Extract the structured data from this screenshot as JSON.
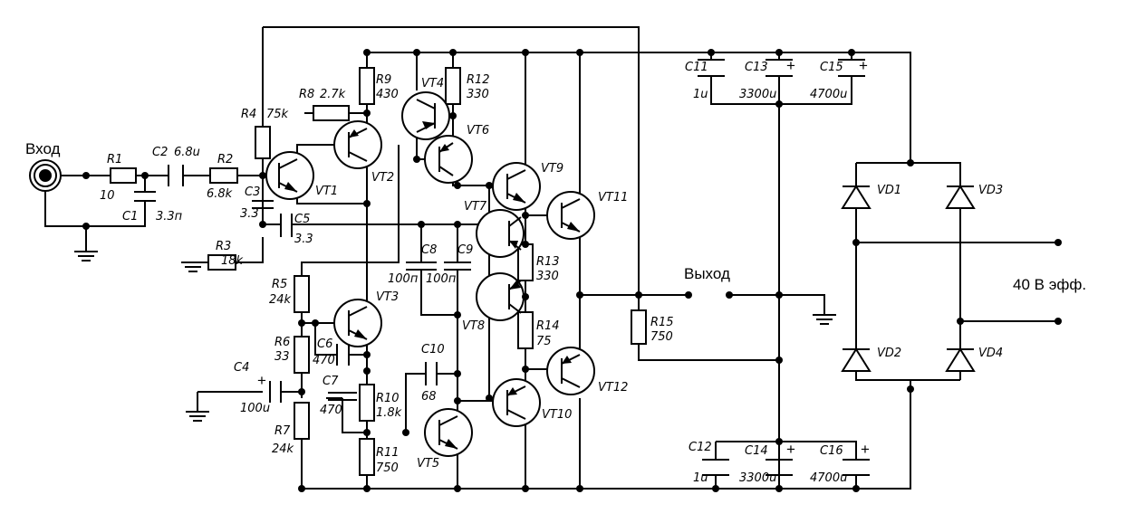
{
  "labels": {
    "input": "Вход",
    "output": "Выход",
    "supply": "40 В эфф."
  },
  "components": {
    "R1": {
      "ref": "R1",
      "value": "10"
    },
    "R2": {
      "ref": "R2",
      "value": "6.8k"
    },
    "R3": {
      "ref": "R3",
      "value": "18k"
    },
    "R4": {
      "ref": "R4",
      "value": "75k"
    },
    "R5": {
      "ref": "R5",
      "value": "24k"
    },
    "R6": {
      "ref": "R6",
      "value": "33"
    },
    "R7": {
      "ref": "R7",
      "value": "24k"
    },
    "R8": {
      "ref": "R8",
      "value": "2.7k"
    },
    "R9": {
      "ref": "R9",
      "value": "430"
    },
    "R10": {
      "ref": "R10",
      "value": "1.8k"
    },
    "R11": {
      "ref": "R11",
      "value": "750"
    },
    "R12": {
      "ref": "R12",
      "value": "330"
    },
    "R13": {
      "ref": "R13",
      "value": "330"
    },
    "R14": {
      "ref": "R14",
      "value": "75"
    },
    "R15": {
      "ref": "R15",
      "value": "750"
    },
    "C1": {
      "ref": "C1",
      "value": "3.3п"
    },
    "C2": {
      "ref": "C2",
      "value": "6.8u"
    },
    "C3": {
      "ref": "C3",
      "value": "3.3"
    },
    "C4": {
      "ref": "C4",
      "value": "100u"
    },
    "C5": {
      "ref": "C5",
      "value": "3.3"
    },
    "C6": {
      "ref": "C6",
      "value": "470"
    },
    "C7": {
      "ref": "C7",
      "value": "470"
    },
    "C8": {
      "ref": "C8",
      "value": "100п"
    },
    "C9": {
      "ref": "C9",
      "value": "100п"
    },
    "C10": {
      "ref": "C10",
      "value": "68"
    },
    "C11": {
      "ref": "C11",
      "value": "1u"
    },
    "C12": {
      "ref": "C12",
      "value": "1u"
    },
    "C13": {
      "ref": "C13",
      "value": "3300u"
    },
    "C14": {
      "ref": "C14",
      "value": "3300u"
    },
    "C15": {
      "ref": "C15",
      "value": "4700u"
    },
    "C16": {
      "ref": "C16",
      "value": "4700u"
    },
    "VT1": {
      "ref": "VT1"
    },
    "VT2": {
      "ref": "VT2"
    },
    "VT3": {
      "ref": "VT3"
    },
    "VT4": {
      "ref": "VT4"
    },
    "VT5": {
      "ref": "VT5"
    },
    "VT6": {
      "ref": "VT6"
    },
    "VT7": {
      "ref": "VT7"
    },
    "VT8": {
      "ref": "VT8"
    },
    "VT9": {
      "ref": "VT9"
    },
    "VT10": {
      "ref": "VT10"
    },
    "VT11": {
      "ref": "VT11"
    },
    "VT12": {
      "ref": "VT12"
    },
    "VD1": {
      "ref": "VD1"
    },
    "VD2": {
      "ref": "VD2"
    },
    "VD3": {
      "ref": "VD3"
    },
    "VD4": {
      "ref": "VD4"
    }
  },
  "polarity": {
    "plus": "+"
  }
}
